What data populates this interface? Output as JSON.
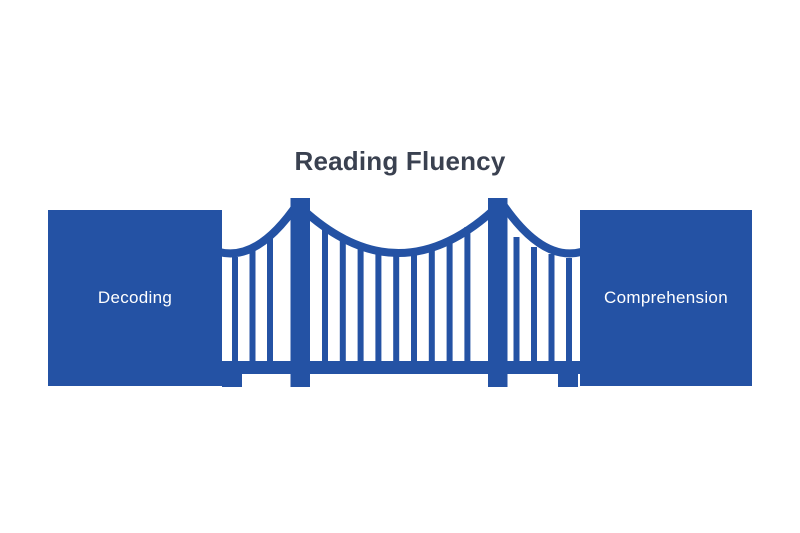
{
  "title": "Reading Fluency",
  "nodes": {
    "left": {
      "label": "Decoding"
    },
    "right": {
      "label": "Comprehension"
    }
  },
  "bridge": {
    "icon": "suspension-bridge-icon",
    "towers": 2,
    "hangers": 16
  },
  "colors": {
    "primary_blue": "#2452A4",
    "title_text": "#3A4150",
    "node_text": "#FFFFFF",
    "background": "#FFFFFF"
  }
}
